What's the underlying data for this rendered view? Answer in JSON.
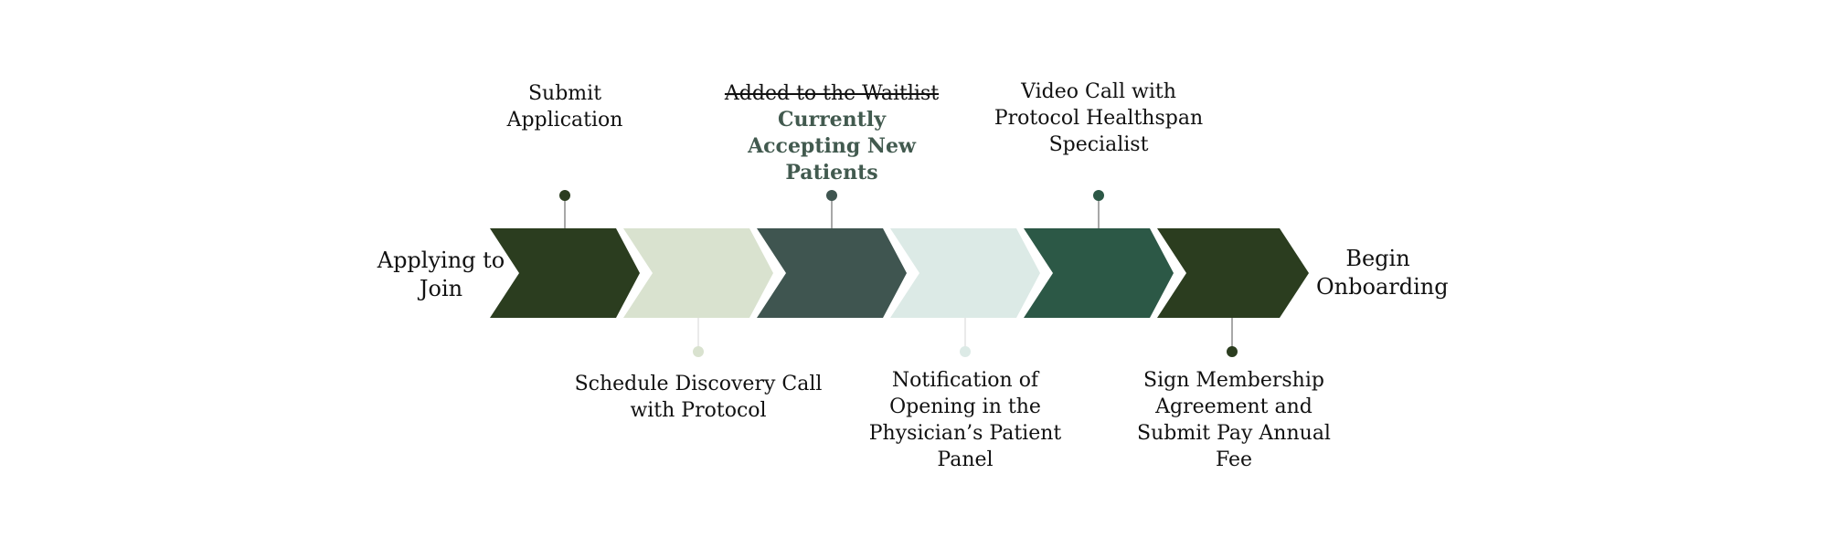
{
  "process": {
    "start_label": "Applying to Join",
    "end_label": "Begin Onboarding",
    "steps": [
      {
        "text": "Submit Application",
        "position": "above",
        "color": "#2b3d1f"
      },
      {
        "text": "Schedule Discovery Call with Protocol",
        "position": "below",
        "color": "#d9e2cf"
      },
      {
        "struck_text": "Added to the Waitlist",
        "emphasis_text": "Currently Accepting New Patients",
        "position": "above",
        "color": "#3f5550"
      },
      {
        "text": "Notification of Opening in the Physician’s Patient Panel",
        "position": "below",
        "color": "#dceae6"
      },
      {
        "text": "Video Call with Protocol Healthspan Specialist",
        "position": "above",
        "color": "#2c5846"
      },
      {
        "text": "Sign Membership Agreement and Submit Pay Annual Fee",
        "position": "below",
        "color": "#2b3d1f"
      }
    ]
  },
  "colors": {
    "text": "#111111",
    "emphasis": "#425a4f",
    "connector": "#8a8a8a"
  }
}
